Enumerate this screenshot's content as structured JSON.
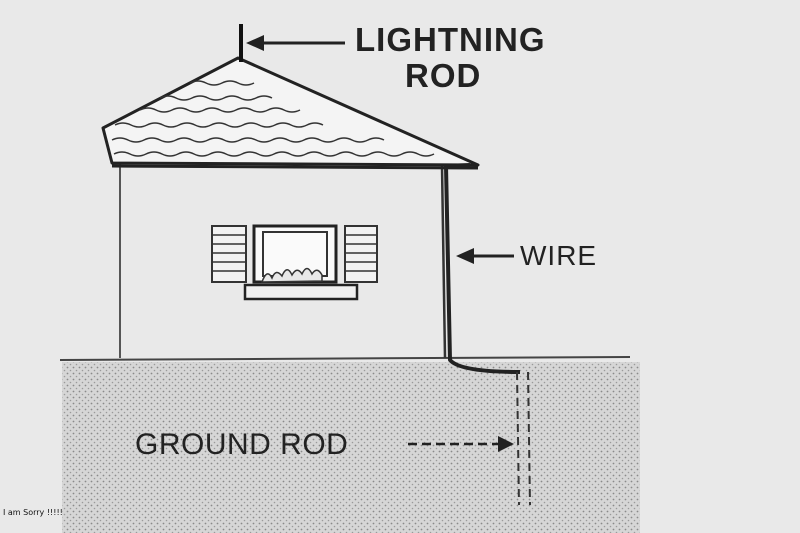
{
  "labels": {
    "lightning": "LIGHTNING",
    "rod": "ROD",
    "wire": "WIRE",
    "ground_rod": "GROUND ROD"
  },
  "caption": "I am Sorry !!!!!",
  "colors": {
    "background": "#e9e9e9",
    "ink": "#222222",
    "ground_fill": "#cfcfcf"
  }
}
